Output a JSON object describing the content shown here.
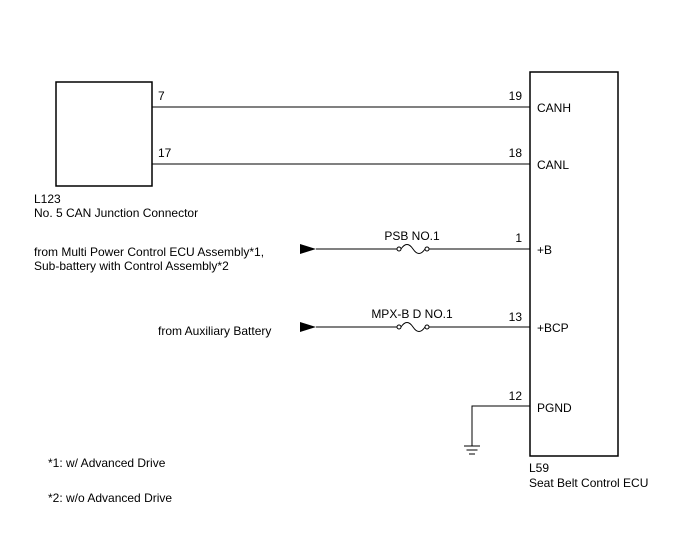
{
  "left_connector": {
    "code": "L123",
    "name": "No. 5 CAN Junction Connector",
    "pins": [
      "7",
      "17"
    ]
  },
  "ecu": {
    "code": "L59",
    "name": "Seat Belt Control ECU",
    "pins": [
      {
        "number": "19",
        "label": "CANH"
      },
      {
        "number": "18",
        "label": "CANL"
      },
      {
        "number": "1",
        "label": "+B"
      },
      {
        "number": "13",
        "label": "+BCP"
      },
      {
        "number": "12",
        "label": "PGND"
      }
    ]
  },
  "sources": {
    "b_source_line1": "from Multi Power Control ECU Assembly*1,",
    "b_source_line2": "Sub-battery with Control Assembly*2",
    "bcp_source": "from Auxiliary Battery"
  },
  "fuses": {
    "b_fuse": "PSB NO.1",
    "bcp_fuse": "MPX-B D NO.1"
  },
  "notes": [
    "*1: w/ Advanced Drive",
    "*2: w/o Advanced Drive"
  ],
  "colors": {
    "line": "#000000",
    "background": "#ffffff"
  }
}
